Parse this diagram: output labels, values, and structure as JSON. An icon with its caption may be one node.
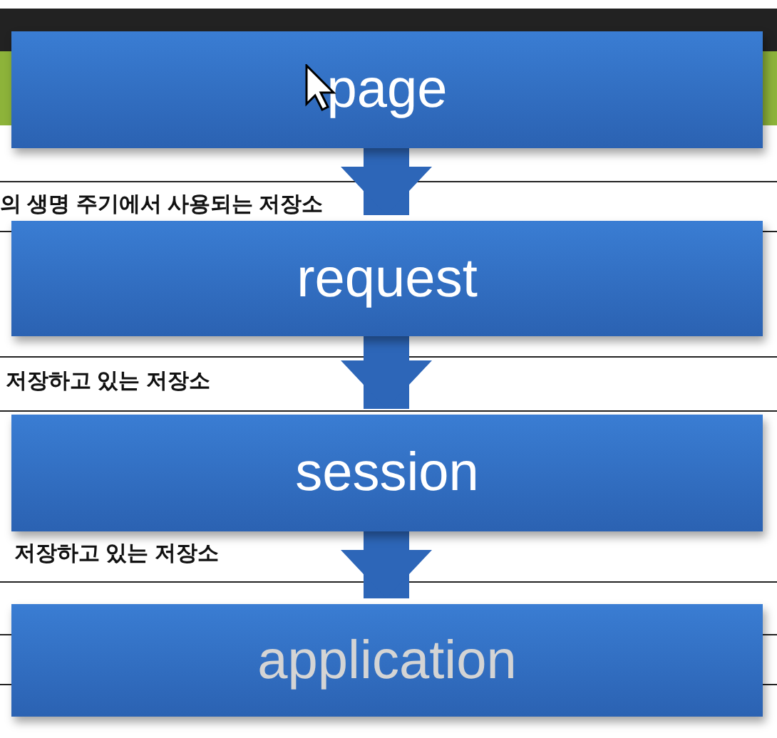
{
  "diagram": {
    "nodes": [
      {
        "text": [
          "page"
        ]
      },
      {
        "text": [
          "request"
        ]
      },
      {
        "text": [
          "session"
        ]
      },
      {
        "text": [
          "application"
        ]
      }
    ],
    "edges": [
      {
        "from": 0,
        "to": 1,
        "arrow": "to"
      },
      {
        "from": 1,
        "to": 2,
        "arrow": "to"
      },
      {
        "from": 2,
        "to": 3,
        "arrow": "to"
      }
    ],
    "labels": [
      "의 생명 주기에서 사용되는 저장소",
      "저장하고 있는 저장소",
      "저장하고 있는 저장소"
    ]
  }
}
